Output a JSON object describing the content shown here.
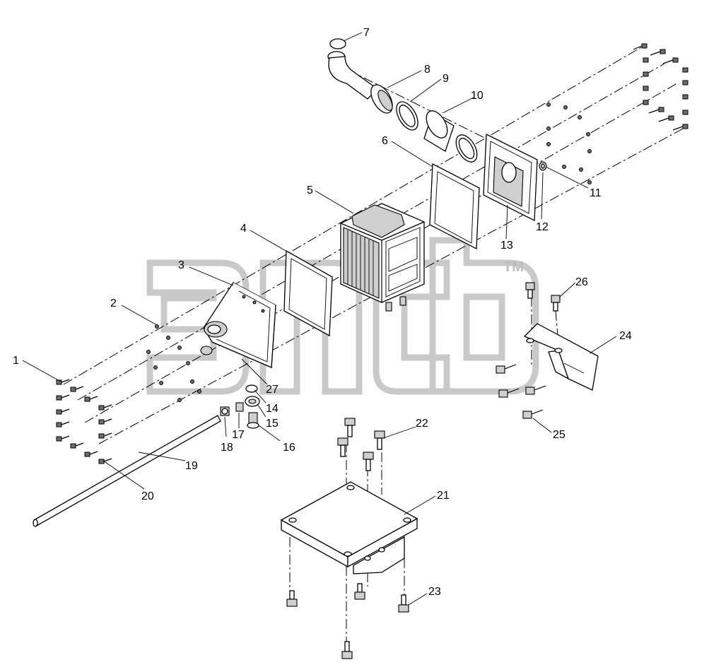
{
  "watermark": {
    "tm": "TM"
  },
  "callouts": [
    "1",
    "2",
    "3",
    "4",
    "5",
    "6",
    "7",
    "8",
    "9",
    "10",
    "11",
    "12",
    "13",
    "14",
    "15",
    "16",
    "17",
    "18",
    "19",
    "20",
    "21",
    "22",
    "23",
    "24",
    "25",
    "26",
    "27"
  ]
}
